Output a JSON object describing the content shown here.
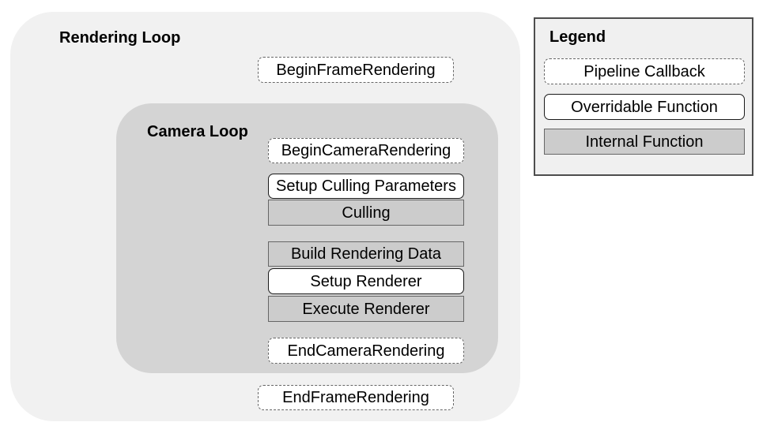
{
  "rendering_loop": {
    "title": "Rendering Loop"
  },
  "camera_loop": {
    "title": "Camera Loop"
  },
  "nodes": [
    {
      "label": "BeginFrameRendering",
      "type": "pipeline-callback"
    },
    {
      "label": "BeginCameraRendering",
      "type": "pipeline-callback"
    },
    {
      "label": "Setup Culling Parameters",
      "type": "overridable-function"
    },
    {
      "label": "Culling",
      "type": "internal-function"
    },
    {
      "label": "Build Rendering Data",
      "type": "internal-function"
    },
    {
      "label": "Setup Renderer",
      "type": "overridable-function"
    },
    {
      "label": "Execute Renderer",
      "type": "internal-function"
    },
    {
      "label": "EndCameraRendering",
      "type": "pipeline-callback"
    },
    {
      "label": "EndFrameRendering",
      "type": "pipeline-callback"
    }
  ],
  "legend": {
    "title": "Legend",
    "items": [
      {
        "label": "Pipeline Callback",
        "type": "pipeline-callback"
      },
      {
        "label": "Overridable Function",
        "type": "overridable-function"
      },
      {
        "label": "Internal Function",
        "type": "internal-function"
      }
    ]
  },
  "colors": {
    "outer_loop_bg": "#f1f1f1",
    "camera_loop_bg": "#d4d4d4",
    "internal_fill": "#cccccc",
    "internal_border": "#666666",
    "callback_border": "#666666",
    "overridable_border": "#1a1a1a",
    "legend_bg": "#f0f0f0",
    "legend_border": "#4d4d4d",
    "text": "#000000"
  }
}
